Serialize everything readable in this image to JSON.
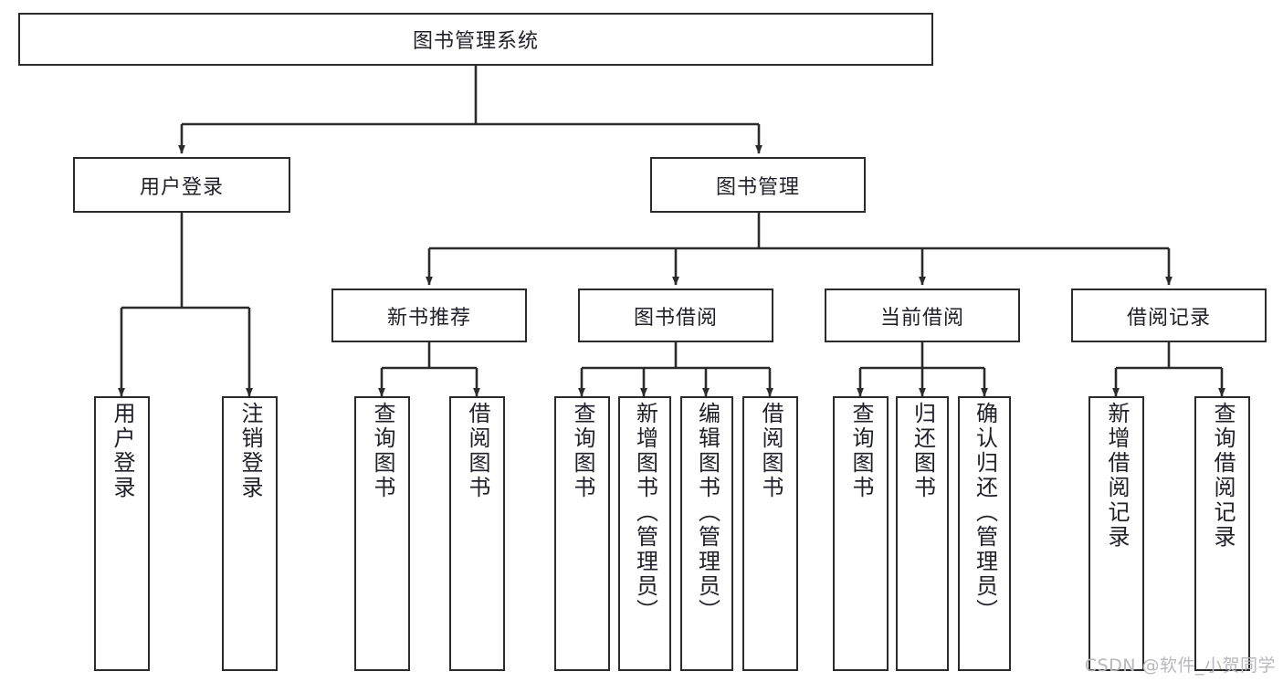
{
  "diagram": {
    "type": "tree-hierarchy-chart",
    "title": "图书管理系统",
    "background_color": "#ffffff",
    "line_color": "#2b2b2b",
    "text_color": "#20202a",
    "root": {
      "id": "root",
      "label": "图书管理系统"
    },
    "level2": [
      {
        "id": "user-login",
        "label": "用户登录"
      },
      {
        "id": "book-manage",
        "label": "图书管理"
      }
    ],
    "level3": [
      {
        "id": "new-book-recommend",
        "label": "新书推荐",
        "parent": "book-manage"
      },
      {
        "id": "book-borrow",
        "label": "图书借阅",
        "parent": "book-manage"
      },
      {
        "id": "current-borrow",
        "label": "当前借阅",
        "parent": "book-manage"
      },
      {
        "id": "borrow-record",
        "label": "借阅记录",
        "parent": "book-manage"
      }
    ],
    "leaves": [
      {
        "id": "leaf-user-login",
        "label": "用户登录",
        "parent": "user-login"
      },
      {
        "id": "leaf-logout",
        "label": "注销登录",
        "parent": "user-login"
      },
      {
        "id": "leaf-query-book-1",
        "label": "查询图书",
        "parent": "new-book-recommend"
      },
      {
        "id": "leaf-borrow-book-1",
        "label": "借阅图书",
        "parent": "new-book-recommend"
      },
      {
        "id": "leaf-query-book-2",
        "label": "查询图书",
        "parent": "book-borrow"
      },
      {
        "id": "leaf-add-book",
        "label": "新增图书（管理员）",
        "parent": "book-borrow"
      },
      {
        "id": "leaf-edit-book",
        "label": "编辑图书（管理员）",
        "parent": "book-borrow"
      },
      {
        "id": "leaf-borrow-book-2",
        "label": "借阅图书",
        "parent": "book-borrow"
      },
      {
        "id": "leaf-query-book-3",
        "label": "查询图书",
        "parent": "current-borrow"
      },
      {
        "id": "leaf-return-book",
        "label": "归还图书",
        "parent": "current-borrow"
      },
      {
        "id": "leaf-confirm-return",
        "label": "确认归还（管理员）",
        "parent": "current-borrow"
      },
      {
        "id": "leaf-add-record",
        "label": "新增借阅记录",
        "parent": "borrow-record"
      },
      {
        "id": "leaf-query-record",
        "label": "查询借阅记录",
        "parent": "borrow-record"
      }
    ]
  },
  "watermark": {
    "text": "CSDN @软件_小贺同学"
  }
}
